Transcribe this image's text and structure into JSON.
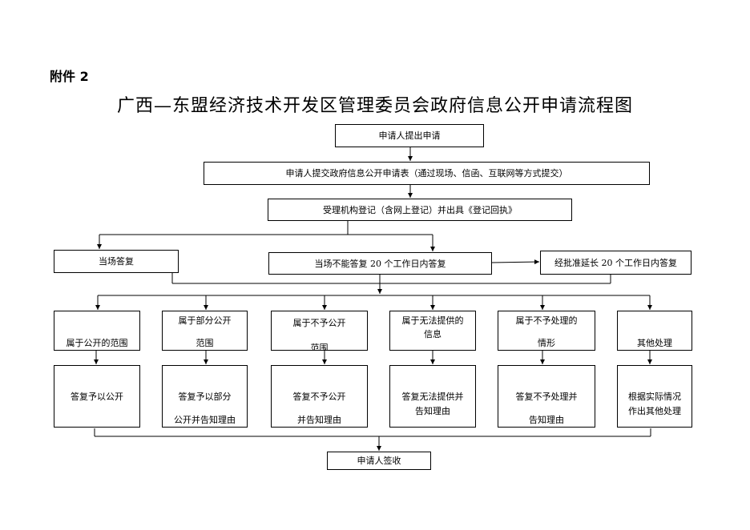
{
  "attachment_label": "附件 2",
  "title": "广西—东盟经济技术开发区管理委员会政府信息公开申请流程图",
  "steps": {
    "apply": "申请人提出申请",
    "submit_form": "申请人提交政府信息公开申请表（通过现场、信函、互联网等方式提交）",
    "register": "受理机构登记（含网上登记）并出具《登记回执》"
  },
  "responses": {
    "onsite": "当场答复",
    "within_20_days": "当场不能答复 20 个工作日内答复",
    "extended": "经批准延长 20 个工作日内答复"
  },
  "categories": {
    "c1": {
      "line1": "属于公开的范围"
    },
    "c2": {
      "line1": "属于部分公开",
      "line2": "范围"
    },
    "c3": {
      "line1": "属于不予公开",
      "line2": "范围"
    },
    "c4": {
      "line1": "属于无法提供的",
      "line2": "信息"
    },
    "c5": {
      "line1": "属于不予处理的",
      "line2": "情形"
    },
    "c6": {
      "line1": "其他处理"
    }
  },
  "replies": {
    "r1": {
      "line1": "答复予以公开"
    },
    "r2": {
      "line1": "答复予以部分",
      "line2": "公开并告知理由"
    },
    "r3": {
      "line1": "答复不予公开",
      "line2": "并告知理由"
    },
    "r4": {
      "line1": "答复无法提供并",
      "line2": "告知理由"
    },
    "r5": {
      "line1": "答复不予处理并",
      "line2": "告知理由"
    },
    "r6": {
      "line1": "根据实际情况",
      "line2": "作出其他处理"
    }
  },
  "final": "申请人签收"
}
